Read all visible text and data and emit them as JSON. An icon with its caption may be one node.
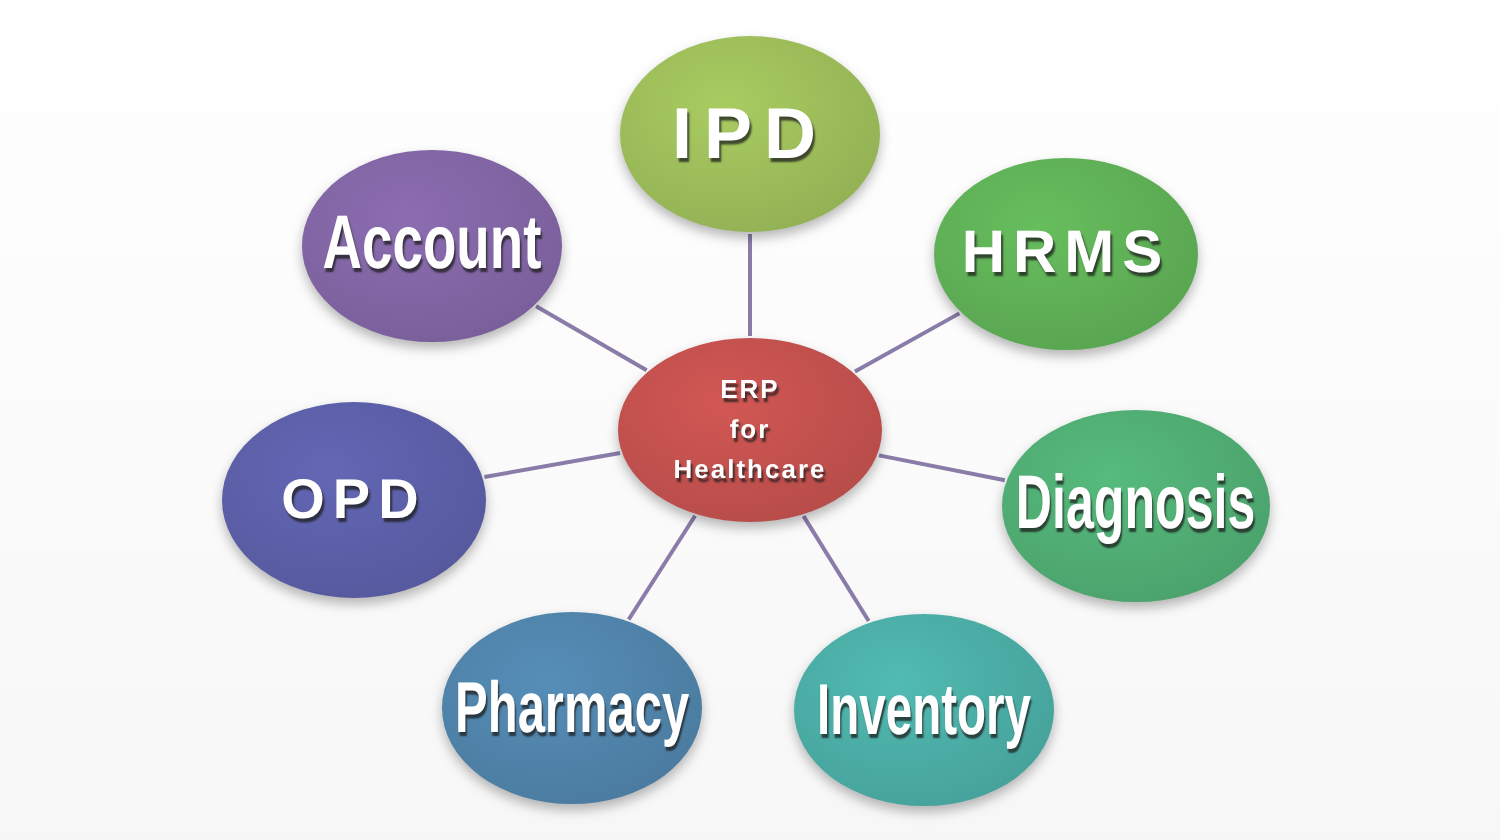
{
  "diagram": {
    "nodes": [
      {
        "text": [
          "IPD"
        ]
      },
      {
        "text": [
          "Account"
        ]
      },
      {
        "text": [
          "HRMS"
        ]
      },
      {
        "text": [
          "ERP for Healthcare"
        ]
      },
      {
        "text": [
          "OPD"
        ]
      },
      {
        "text": [
          "Diagnosis"
        ]
      },
      {
        "text": [
          "Pharmacy"
        ]
      },
      {
        "text": [
          "Inventory"
        ]
      }
    ],
    "edges": [
      {
        "from": 3,
        "to": 0,
        "arrow": "none"
      },
      {
        "from": 3,
        "to": 2,
        "arrow": "none"
      },
      {
        "from": 3,
        "to": 5,
        "arrow": "none"
      },
      {
        "from": 3,
        "to": 7,
        "arrow": "none"
      },
      {
        "from": 3,
        "to": 6,
        "arrow": "none"
      },
      {
        "from": 3,
        "to": 4,
        "arrow": "none"
      },
      {
        "from": 3,
        "to": 1,
        "arrow": "none"
      }
    ]
  }
}
